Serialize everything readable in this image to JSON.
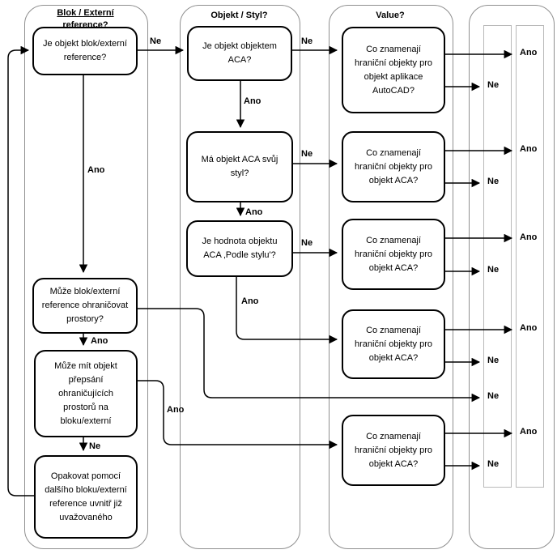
{
  "diagram": {
    "type": "flowchart",
    "lanes": [
      {
        "header": "Blok / Externí reference?"
      },
      {
        "header": "Objekt / Styl?"
      },
      {
        "header": "Value?"
      },
      {
        "header": ""
      }
    ],
    "labels": {
      "yes": "Ano",
      "no": "Ne"
    },
    "nodes": {
      "b1": {
        "text": "Je objekt blok/externí reference?"
      },
      "b2": {
        "text": "Může blok/externí reference ohraničovat prostory?"
      },
      "b3": {
        "text": "Může mít objekt přepsání ohraničujících prostorů na bloku/externí"
      },
      "b4": {
        "text": "Opakovat pomocí dalšího bloku/externí reference uvnitř již uvažovaného"
      },
      "s1": {
        "text": "Je objekt objektem ACA?"
      },
      "s2": {
        "text": "Má objekt ACA svůj styl?"
      },
      "s3": {
        "text": "Je hodnota objektu ACA ‚Podle stylu'?"
      },
      "v1": {
        "text": "Co znamenají hraniční objekty pro objekt aplikace AutoCAD?"
      },
      "v2": {
        "text": "Co znamenají hraniční objekty pro objekt ACA?"
      },
      "v3": {
        "text": "Co znamenají hraniční objekty pro objekt ACA?"
      },
      "v4": {
        "text": "Co znamenají hraniční objekty pro objekt ACA?"
      },
      "v5": {
        "text": "Co znamenají hraniční objekty pro objekt ACA?"
      }
    },
    "edges": [
      {
        "from": "b1",
        "to": "s1",
        "label": "Ne"
      },
      {
        "from": "b1",
        "to": "b2",
        "label": "Ano"
      },
      {
        "from": "b2",
        "to": "b3",
        "label": "Ano"
      },
      {
        "from": "b2",
        "to": "result-Ne",
        "label": ""
      },
      {
        "from": "b3",
        "to": "v5",
        "label": "Ano"
      },
      {
        "from": "b3",
        "to": "b4",
        "label": "Ne"
      },
      {
        "from": "b4",
        "to": "b1",
        "label": ""
      },
      {
        "from": "s1",
        "to": "v1",
        "label": "Ne"
      },
      {
        "from": "s1",
        "to": "s2",
        "label": "Ano"
      },
      {
        "from": "s2",
        "to": "v2",
        "label": "Ne"
      },
      {
        "from": "s2",
        "to": "s3",
        "label": "Ano"
      },
      {
        "from": "s3",
        "to": "v3",
        "label": "Ne"
      },
      {
        "from": "s3",
        "to": "v4",
        "label": "Ano"
      },
      {
        "from": "v1",
        "to": "result-Ano",
        "label": "Ano"
      },
      {
        "from": "v1",
        "to": "result-Ne",
        "label": "Ne"
      },
      {
        "from": "v2",
        "to": "result-Ano",
        "label": "Ano"
      },
      {
        "from": "v2",
        "to": "result-Ne",
        "label": "Ne"
      },
      {
        "from": "v3",
        "to": "result-Ano",
        "label": "Ano"
      },
      {
        "from": "v3",
        "to": "result-Ne",
        "label": "Ne"
      },
      {
        "from": "v4",
        "to": "result-Ano",
        "label": "Ano"
      },
      {
        "from": "v4",
        "to": "result-Ne",
        "label": "Ne"
      },
      {
        "from": "v5",
        "to": "result-Ano",
        "label": "Ano"
      },
      {
        "from": "v5",
        "to": "result-Ne",
        "label": "Ne"
      }
    ]
  }
}
